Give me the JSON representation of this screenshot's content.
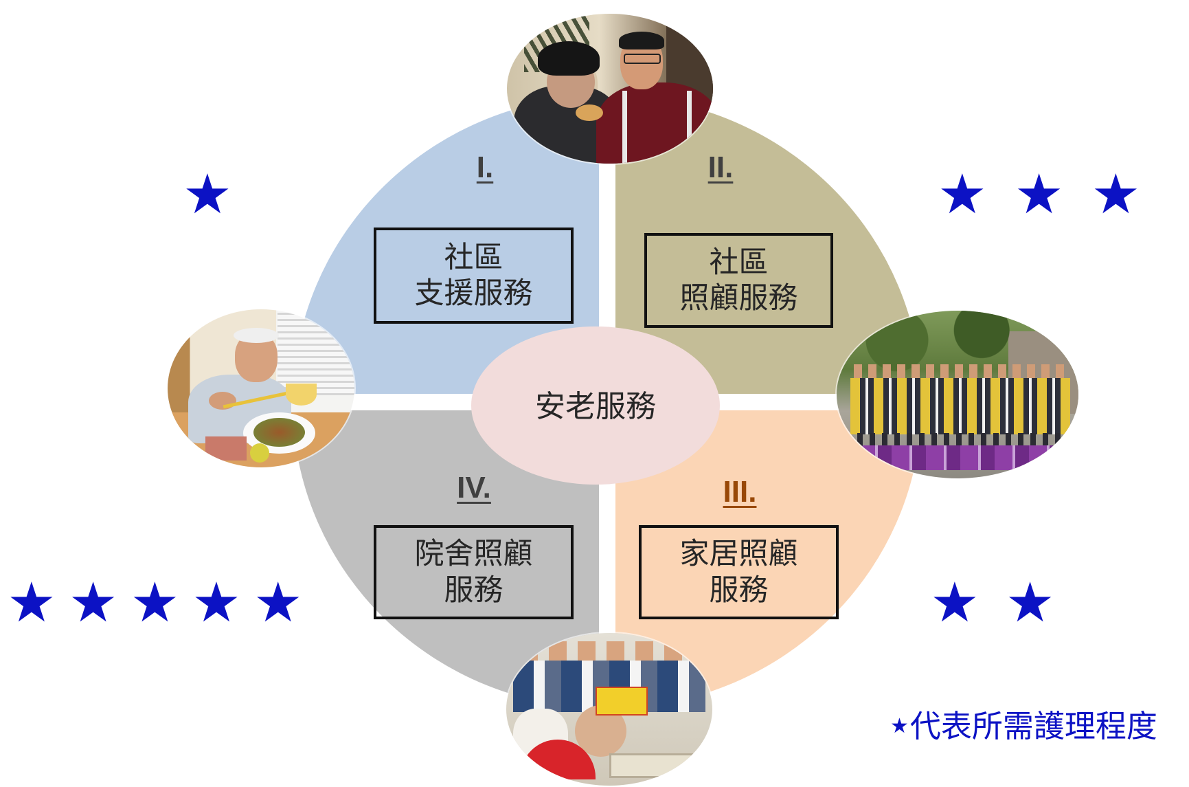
{
  "diagram": {
    "center": {
      "label": "安老服務",
      "color": "#f2dcdb"
    },
    "quadrants": [
      {
        "numeral": "I.",
        "lines": [
          "社區",
          "支援服務"
        ],
        "color": "#b9cde5",
        "numeral_color": "#404040",
        "stars": 1
      },
      {
        "numeral": "II.",
        "lines": [
          "社區",
          "照顧服務"
        ],
        "color": "#c4bd97",
        "numeral_color": "#404040",
        "stars": 3
      },
      {
        "numeral": "III.",
        "lines": [
          "家居照顧",
          "服務"
        ],
        "color": "#fbd5b5",
        "numeral_color": "#984807",
        "stars": 2
      },
      {
        "numeral": "IV.",
        "lines": [
          "院舍照顧",
          "服務"
        ],
        "color": "#bfbfbf",
        "numeral_color": "#404040",
        "stars": 5
      }
    ],
    "star_glyph": "★",
    "star_color": "#0c12c4",
    "legend": {
      "star": "★",
      "text": "代表所需護理程度"
    }
  }
}
